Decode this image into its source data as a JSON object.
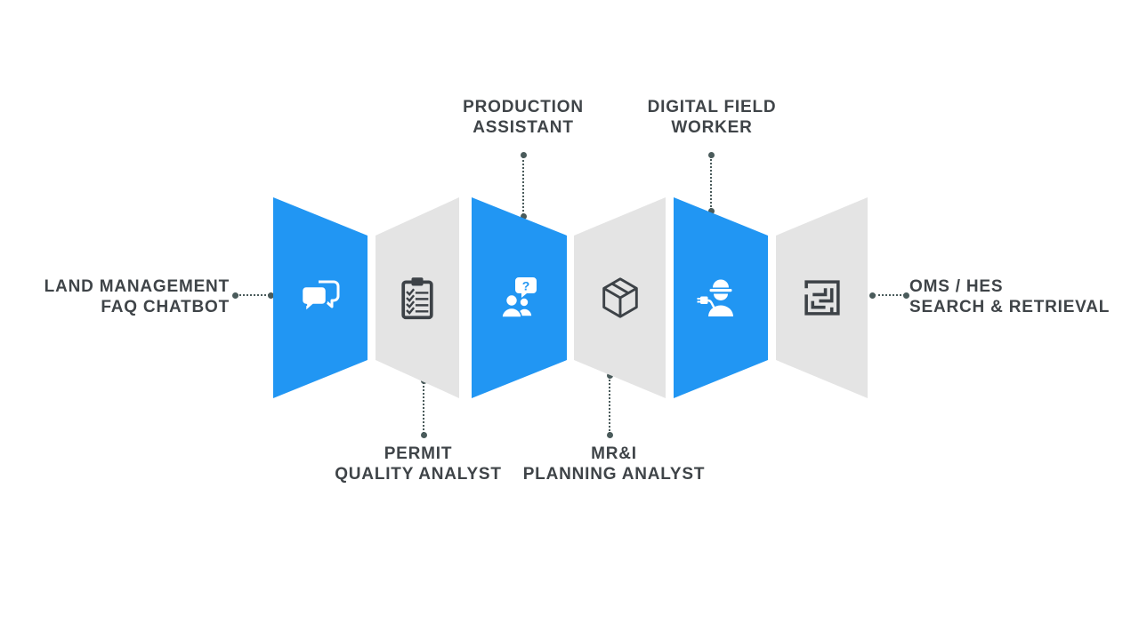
{
  "diagram": {
    "labels": {
      "land_management": {
        "line1": "LAND MANAGEMENT",
        "line2": "FAQ CHATBOT"
      },
      "permit": {
        "line1": "PERMIT",
        "line2": "QUALITY ANALYST"
      },
      "production": {
        "line1": "PRODUCTION",
        "line2": "ASSISTANT"
      },
      "mri": {
        "line1": "MR&I",
        "line2": "PLANNING ANALYST"
      },
      "digital_field": {
        "line1": "DIGITAL FIELD",
        "line2": "WORKER"
      },
      "oms": {
        "line1": "OMS / HES",
        "line2": "SEARCH & RETRIEVAL"
      }
    },
    "icons": {
      "panel1": "chat-bubbles-icon",
      "panel2": "clipboard-checklist-icon",
      "panel3": "assistant-question-icon",
      "panel4": "cube-wireframe-icon",
      "panel5": "field-worker-plug-icon",
      "panel6": "maze-icon",
      "question_mark": "?"
    },
    "colors": {
      "panel_blue": "#2196F3",
      "panel_gray": "#E4E4E4",
      "icon_dark": "#3D4247",
      "text": "#3F4448",
      "connector": "#4A5B5B"
    }
  }
}
